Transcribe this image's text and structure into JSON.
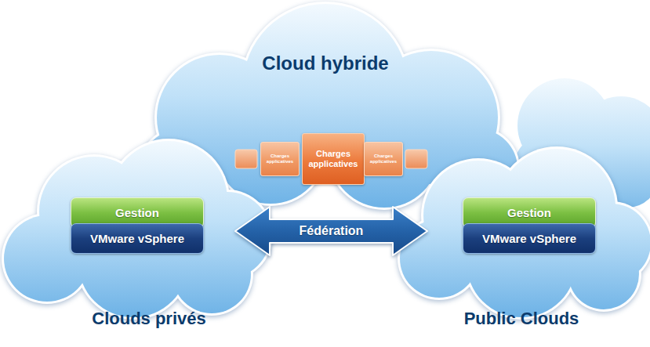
{
  "diagram": {
    "nodes": [
      {
        "text": [
          "Cloud hybride"
        ]
      },
      {
        "text": [
          "Charges applicatives"
        ],
        "in": 0
      },
      {
        "text": [
          "Charges applicatives"
        ],
        "in": 0
      },
      {
        "text": [
          "Charges applicatives"
        ],
        "in": 0
      },
      {
        "text": [
          "Clouds privés"
        ]
      },
      {
        "text": [
          "Gestion"
        ],
        "in": 4
      },
      {
        "text": [
          "VMware vSphere"
        ],
        "in": 4
      },
      {
        "text": [
          "Public Clouds"
        ]
      },
      {
        "text": [
          "Gestion"
        ],
        "in": 7
      },
      {
        "text": [
          "VMware vSphere"
        ],
        "in": 7
      }
    ],
    "edges": [
      {
        "from": 4,
        "to": 7,
        "label": "Fédération",
        "arrow": "both"
      }
    ]
  }
}
